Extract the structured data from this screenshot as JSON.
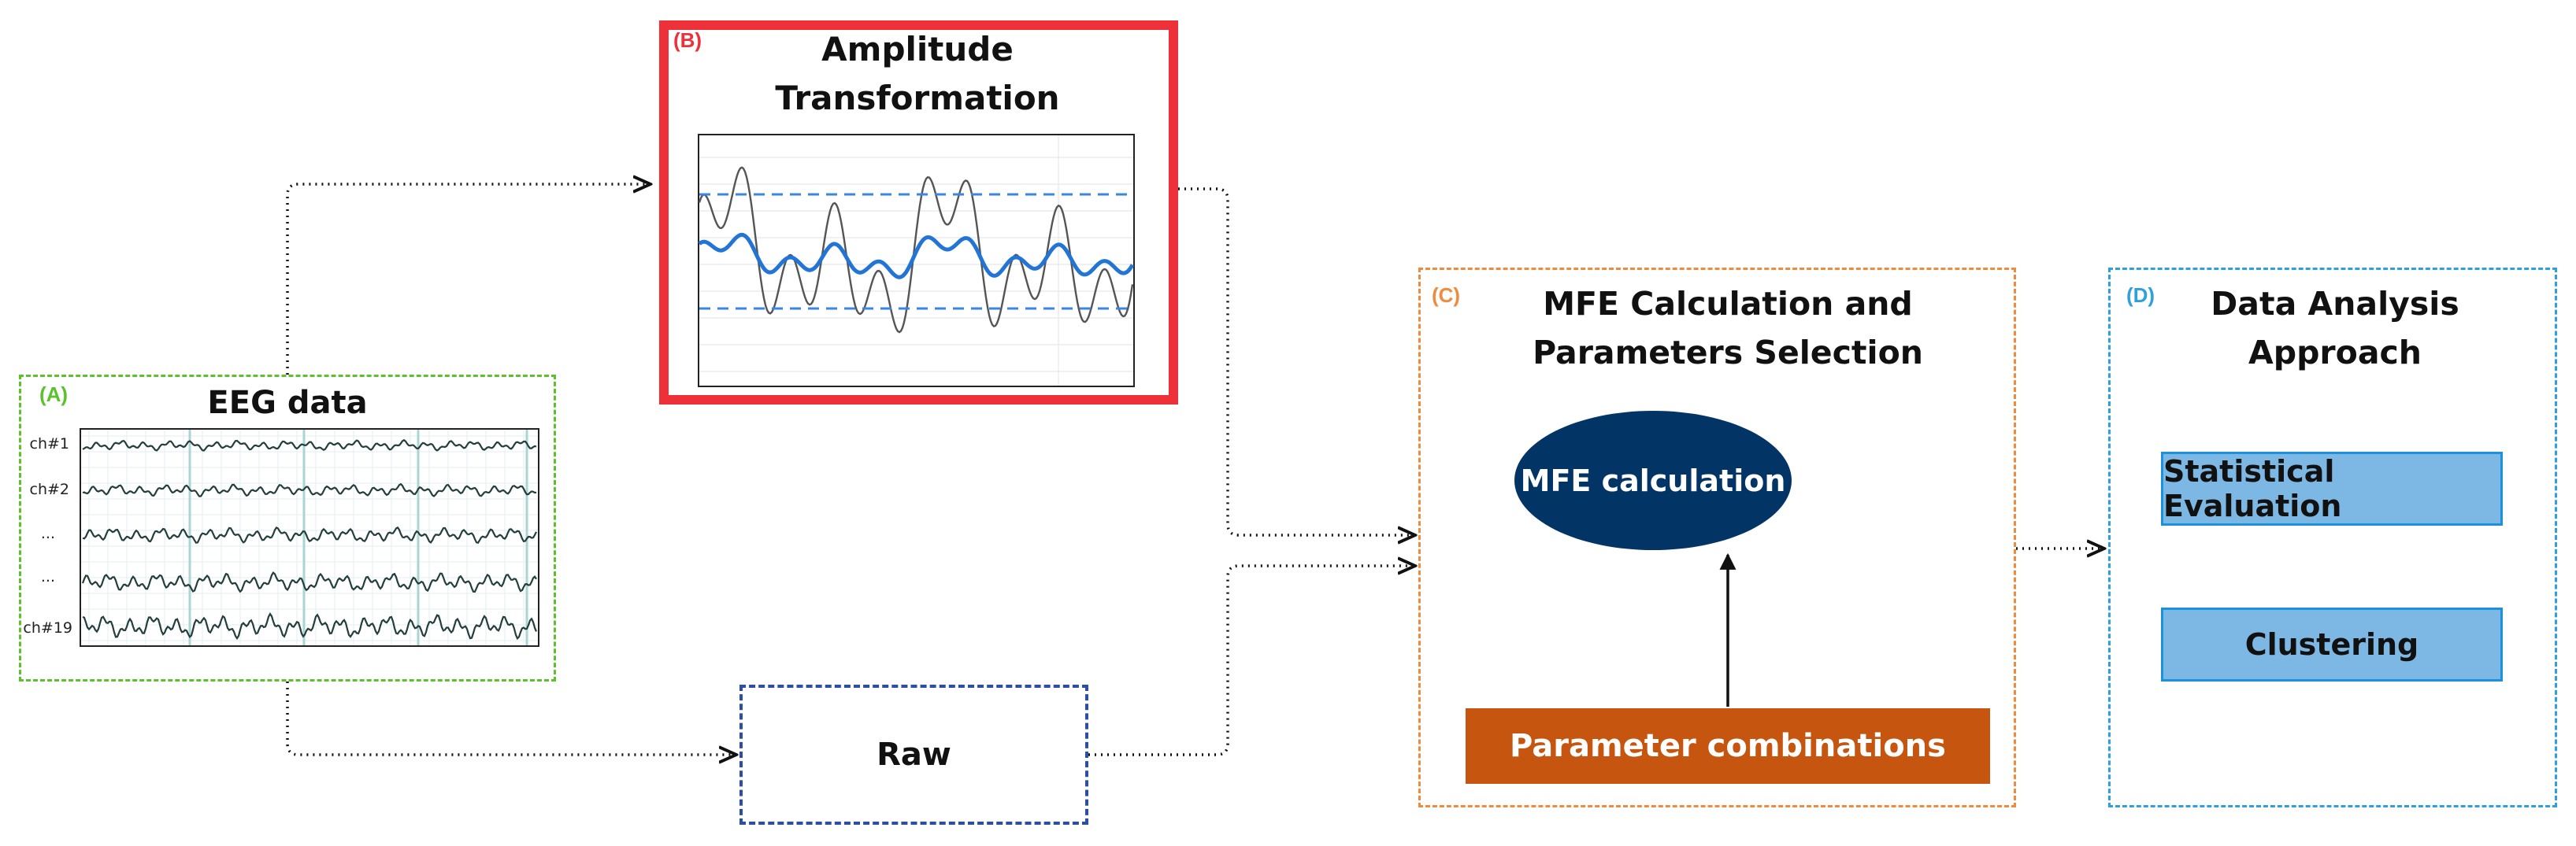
{
  "panels": {
    "a": {
      "tag": "(A)",
      "title": "EEG data",
      "tag_color": "#5cc22b",
      "channels": [
        "ch#1",
        "ch#2",
        "...",
        "...",
        "ch#19"
      ]
    },
    "b": {
      "tag": "(B)",
      "title_lines": [
        "Amplitude",
        "Transformation"
      ],
      "tag_color": "#ee3139"
    },
    "raw": {
      "label": "Raw"
    },
    "c": {
      "tag": "(C)",
      "title_lines": [
        "MFE Calculation and",
        "Parameters Selection"
      ],
      "tag_color": "#ef8b3c",
      "ellipse_label": "MFE calculation",
      "param_label": "Parameter combinations"
    },
    "d": {
      "tag": "(D)",
      "title_lines": [
        "Data Analysis",
        "Approach"
      ],
      "tag_color": "#2fa0df",
      "methods": [
        "Statistical Evaluation",
        "Clustering"
      ]
    }
  },
  "colors": {
    "ellipse": "#033466",
    "param_box": "#c6550f",
    "method_fill": "#7db7e3",
    "signal_raw": "#555555",
    "signal_transformed": "#2275d6",
    "threshold": "#3b86e0"
  }
}
